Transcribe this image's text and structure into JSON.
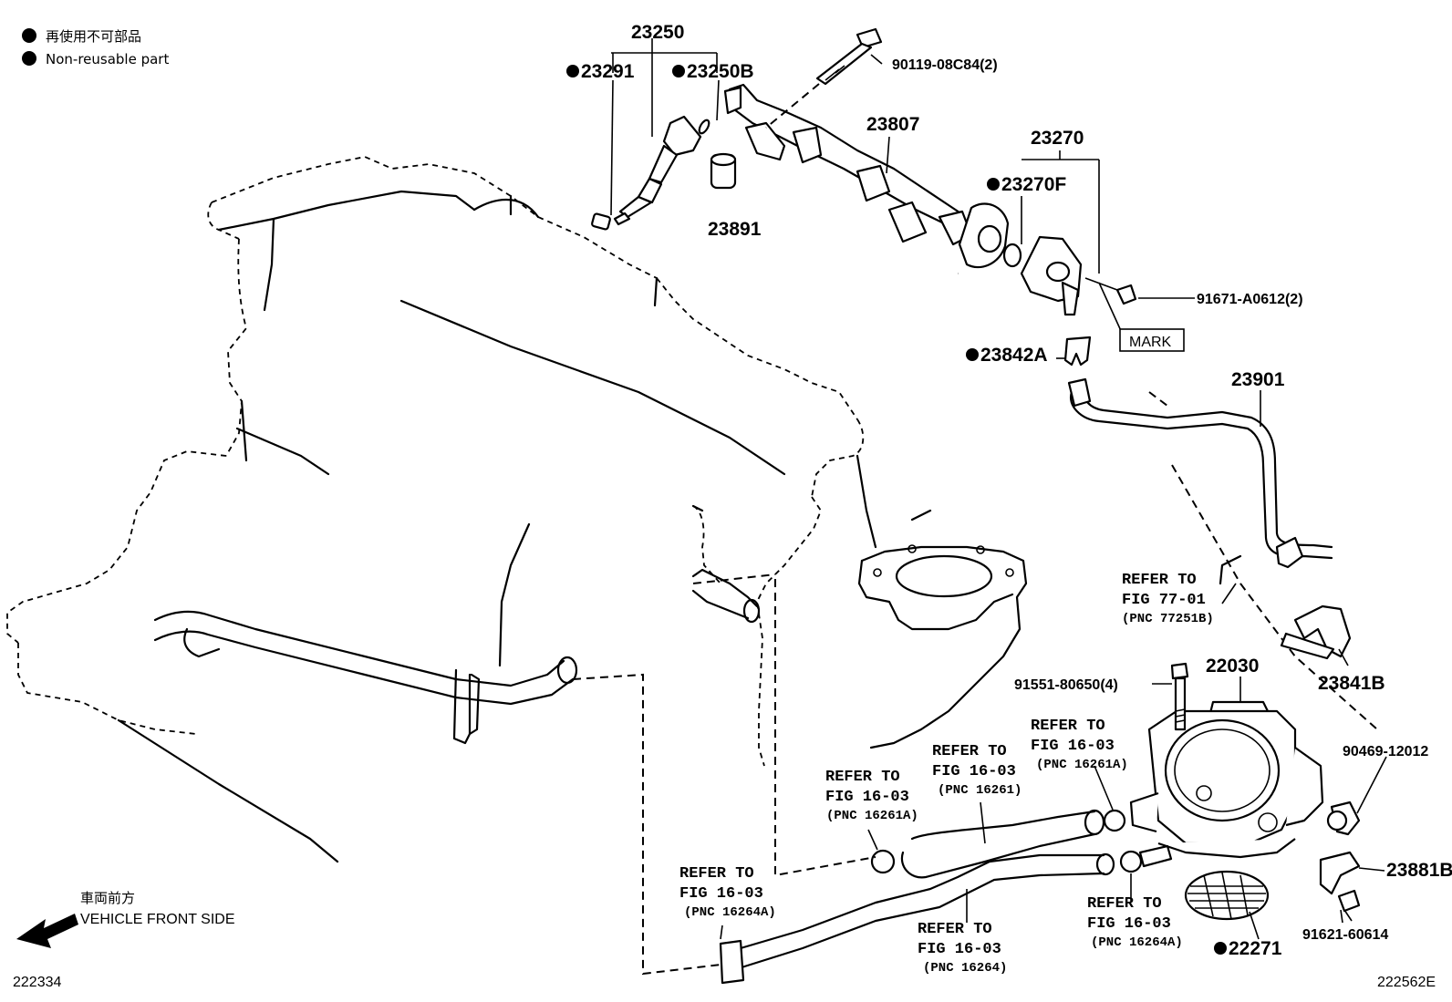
{
  "legend": {
    "jp": "再使用不可部品",
    "en": "Non-reusable part"
  },
  "parts": {
    "p23250": "23250",
    "p23291": "23291",
    "p23250B": "23250B",
    "p90119": "90119-08C84(2)",
    "p23807": "23807",
    "p23891": "23891",
    "p23270": "23270",
    "p23270F": "23270F",
    "p91671": "91671-A0612(2)",
    "mark": "MARK",
    "p23842A": "23842A",
    "p23901": "23901",
    "p23841B": "23841B",
    "p91551": "91551-80650(4)",
    "p22030": "22030",
    "p90469": "90469-12012",
    "p23881B": "23881B",
    "p91621": "91621-60614",
    "p22271": "22271"
  },
  "refs": {
    "r1": {
      "a": "REFER TO",
      "b": "FIG 77-01",
      "c": "(PNC 77251B)"
    },
    "r2": {
      "a": "REFER TO",
      "b": "FIG 16-03",
      "c": "(PNC 16261A)"
    },
    "r3": {
      "a": "REFER TO",
      "b": "FIG 16-03",
      "c": "(PNC 16261)"
    },
    "r4": {
      "a": "REFER TO",
      "b": "FIG 16-03",
      "c": "(PNC 16261A)"
    },
    "r5": {
      "a": "REFER TO",
      "b": "FIG 16-03",
      "c": "(PNC 16264A)"
    },
    "r6": {
      "a": "REFER TO",
      "b": "FIG 16-03",
      "c": "(PNC 16264)"
    },
    "r7": {
      "a": "REFER TO",
      "b": "FIG 16-03",
      "c": "(PNC 16264A)"
    }
  },
  "front": {
    "jp": "車両前方",
    "en": "VEHICLE FRONT SIDE"
  },
  "codes": {
    "left": "222334",
    "right": "222562E"
  }
}
